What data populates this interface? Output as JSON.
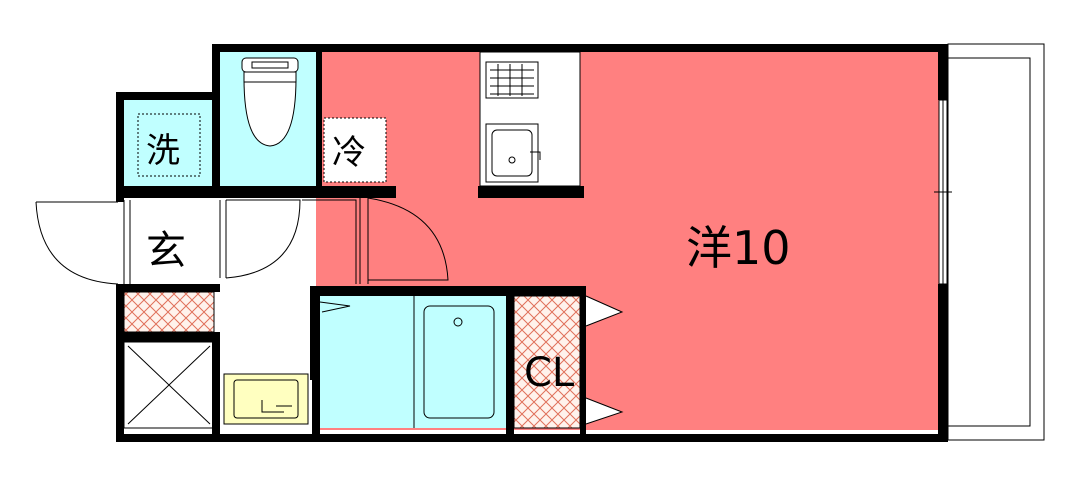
{
  "floorplan": {
    "labels": {
      "western_room": "洋10",
      "closet": "CL",
      "entrance": "玄",
      "washer": "洗",
      "refrigerator": "冷"
    },
    "colors": {
      "room": "#ff8080",
      "wet_area": "#c0ffff",
      "basin": "#ffffc0",
      "closet_hatch": "#e07a5f",
      "wall": "#000000"
    }
  }
}
